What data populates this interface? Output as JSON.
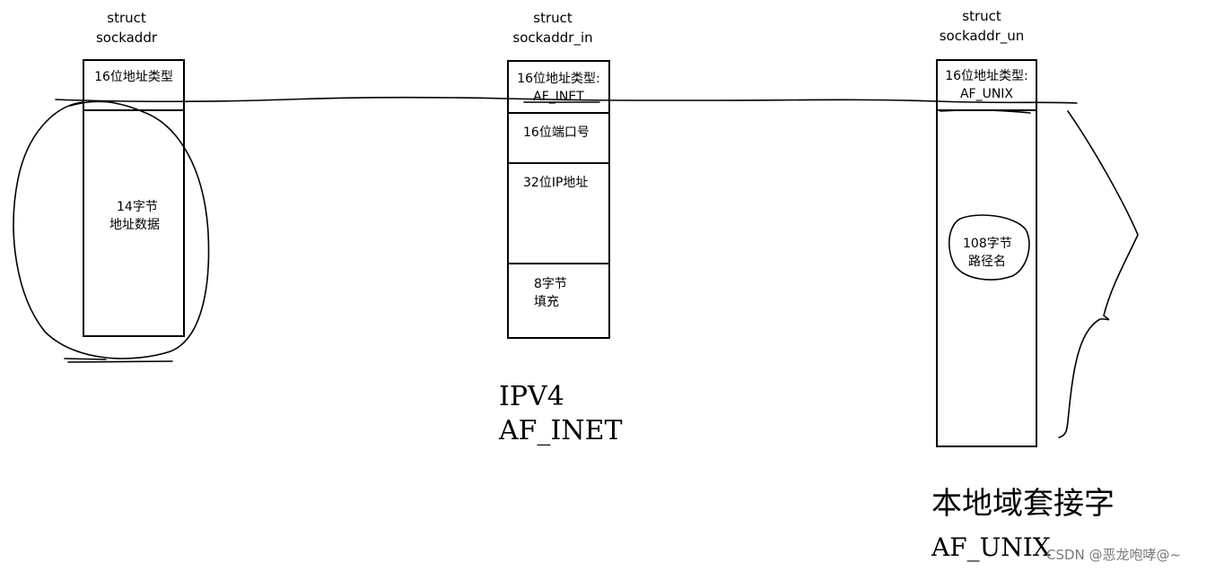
{
  "sockaddr": {
    "title_line1": "struct",
    "title_line2": "sockaddr",
    "family_field": "16位地址类型",
    "data_line1": "14字节",
    "data_line2": "地址数据"
  },
  "sockaddr_in": {
    "title_line1": "struct",
    "title_line2": "sockaddr_in",
    "family_line1": "16位地址类型:",
    "family_line2": "AF_INET",
    "port_field": "16位端口号",
    "ip_field": "32位IP地址",
    "pad_line1": "8字节",
    "pad_line2": "填充",
    "label_line1": "IPV4",
    "label_line2": "AF_INET"
  },
  "sockaddr_un": {
    "title_line1": "struct",
    "title_line2": "sockaddr_un",
    "family_line1": "16位地址类型:",
    "family_line2": "AF_UNIX",
    "path_line1": "108字节",
    "path_line2": "路径名",
    "label_line1": "本地域套接字",
    "label_line2": "AF_UNIX"
  },
  "watermark": "CSDN @恶龙咆哮@~"
}
